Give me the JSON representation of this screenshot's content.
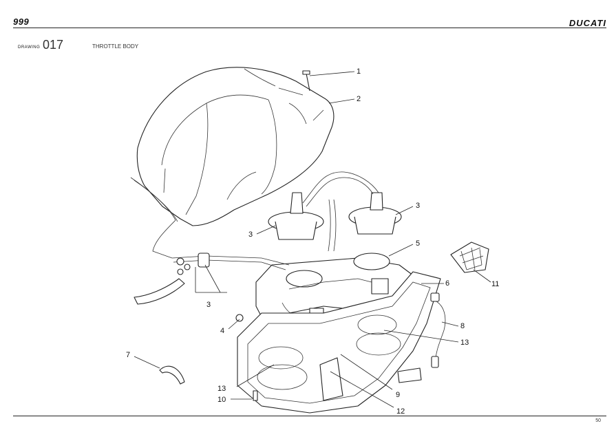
{
  "header": {
    "model": "999",
    "brand": "DUCATI"
  },
  "drawing": {
    "label": "DRAWING",
    "number": "017",
    "title": "THROTTLE BODY"
  },
  "callouts": [
    {
      "id": "c1",
      "text": "1"
    },
    {
      "id": "c2",
      "text": "2"
    },
    {
      "id": "c3a",
      "text": "3"
    },
    {
      "id": "c3b",
      "text": "3"
    },
    {
      "id": "c3c",
      "text": "3"
    },
    {
      "id": "c4",
      "text": "4"
    },
    {
      "id": "c5",
      "text": "5"
    },
    {
      "id": "c6",
      "text": "6"
    },
    {
      "id": "c7",
      "text": "7"
    },
    {
      "id": "c8",
      "text": "8"
    },
    {
      "id": "c9",
      "text": "9"
    },
    {
      "id": "c10",
      "text": "10"
    },
    {
      "id": "c11",
      "text": "11"
    },
    {
      "id": "c12",
      "text": "12"
    },
    {
      "id": "c13a",
      "text": "13"
    },
    {
      "id": "c13b",
      "text": "13"
    }
  ],
  "footer": {
    "page": "50"
  }
}
